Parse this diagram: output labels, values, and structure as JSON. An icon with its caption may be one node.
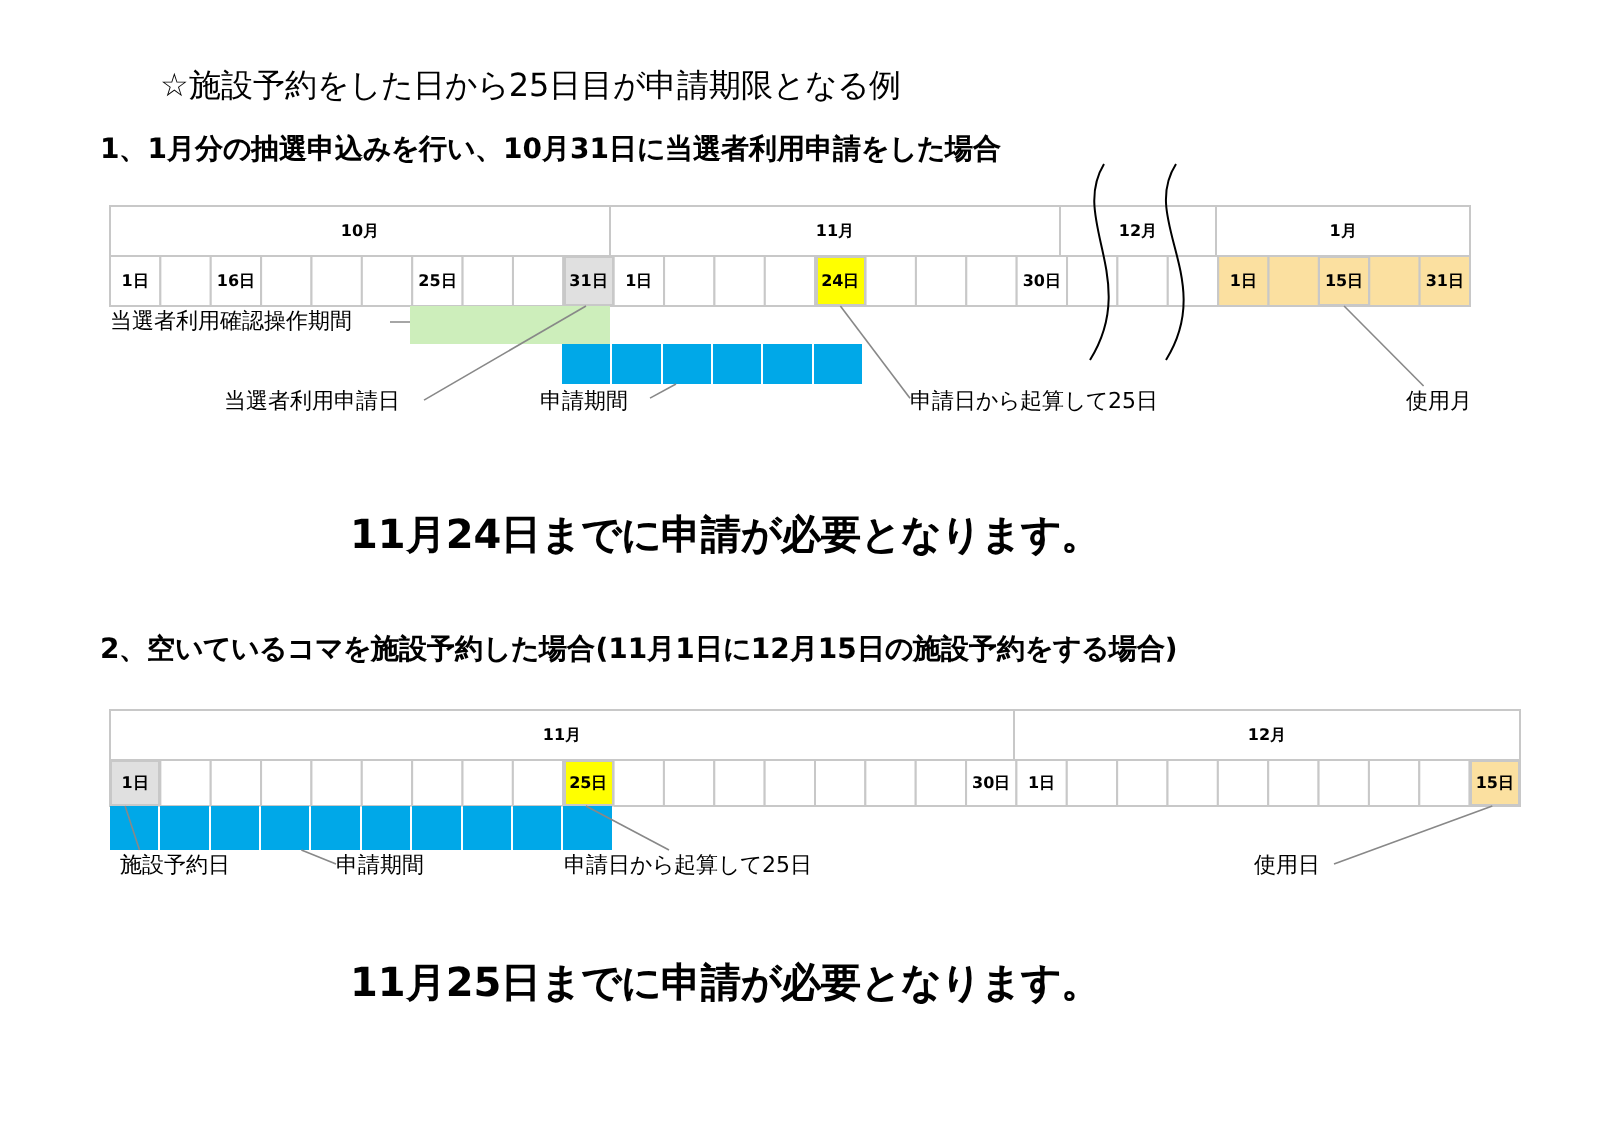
{
  "diagram": {
    "title": "☆施設予約をした日から25日目が申請期限となる例",
    "nodes": [
      {
        "text": [
          "当選者利用確認操作期間"
        ]
      },
      {
        "text": [],
        "shape": "bar"
      },
      {
        "text": [
          "当選者利用申請日"
        ]
      },
      {
        "text": [
          "31日"
        ]
      },
      {
        "text": [
          "申請期間"
        ]
      },
      {
        "text": [],
        "shape": "bar"
      },
      {
        "text": [
          "申請日から起算して25日"
        ]
      },
      {
        "text": [
          "24日"
        ]
      },
      {
        "text": [
          "使用月"
        ]
      },
      {
        "text": [
          "15日"
        ]
      },
      {
        "text": [
          "施設予約日"
        ]
      },
      {
        "text": [
          "1日"
        ]
      },
      {
        "text": [
          "申請期間"
        ]
      },
      {
        "text": [],
        "shape": "bar"
      },
      {
        "text": [
          "申請日から起算して25日"
        ]
      },
      {
        "text": [
          "25日"
        ]
      },
      {
        "text": [
          "使用日"
        ]
      },
      {
        "text": [
          "15日"
        ]
      }
    ],
    "edges": [
      {
        "from": 0,
        "to": 1,
        "arrow": "none"
      },
      {
        "from": 2,
        "to": 3,
        "arrow": "none"
      },
      {
        "from": 4,
        "to": 5,
        "arrow": "none"
      },
      {
        "from": 6,
        "to": 7,
        "arrow": "none"
      },
      {
        "from": 8,
        "to": 9,
        "arrow": "none"
      },
      {
        "from": 10,
        "to": 11,
        "arrow": "none"
      },
      {
        "from": 12,
        "to": 13,
        "arrow": "none"
      },
      {
        "from": 14,
        "to": 15,
        "arrow": "none"
      },
      {
        "from": 16,
        "to": 17,
        "arrow": "none"
      }
    ],
    "labels": [
      "1、1月分の抽選申込みを行い、10月31日に当選者利用申請をした場合",
      "10月",
      "11月",
      "12月",
      "1月",
      "1日",
      "16日",
      "25日",
      "1日",
      "30日",
      "1日",
      "31日",
      "11月24日までに申請が必要となります。",
      "2、空いているコマを施設予約した場合(11月1日に12月15日の施設予約をする場合)",
      "11月",
      "12月",
      "30日",
      "1日",
      "11月25日までに申請が必要となります。"
    ]
  }
}
